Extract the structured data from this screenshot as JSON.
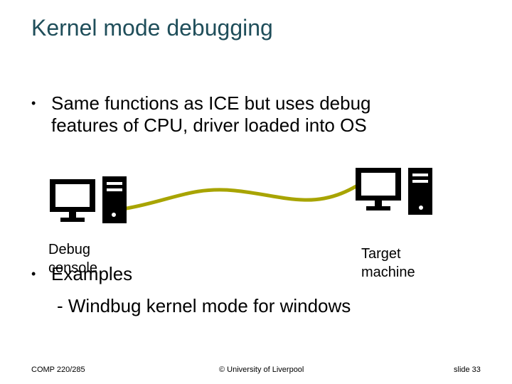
{
  "slide": {
    "title": "Kernel mode debugging",
    "bullets": [
      {
        "marker": "•",
        "lines": [
          "Same functions as ICE but uses debug",
          "features of CPU, driver loaded into OS"
        ]
      },
      {
        "marker": "•",
        "lines": [
          "Examples"
        ]
      }
    ],
    "sub_bullet": "- Windbug  kernel mode for windows",
    "diagram": {
      "left_caption": "Debug\nconsole",
      "right_caption": "Target\nmachine",
      "left_icon": "desktop-computer-icon",
      "right_icon": "desktop-computer-icon",
      "cable_color": "#a8a400",
      "icon_color": "#000000"
    },
    "footer": {
      "left": "COMP 220/285",
      "center": "© University of Liverpool",
      "right": "slide  33"
    },
    "colors": {
      "title": "#1f4e5a",
      "background": "#ffffff"
    }
  }
}
